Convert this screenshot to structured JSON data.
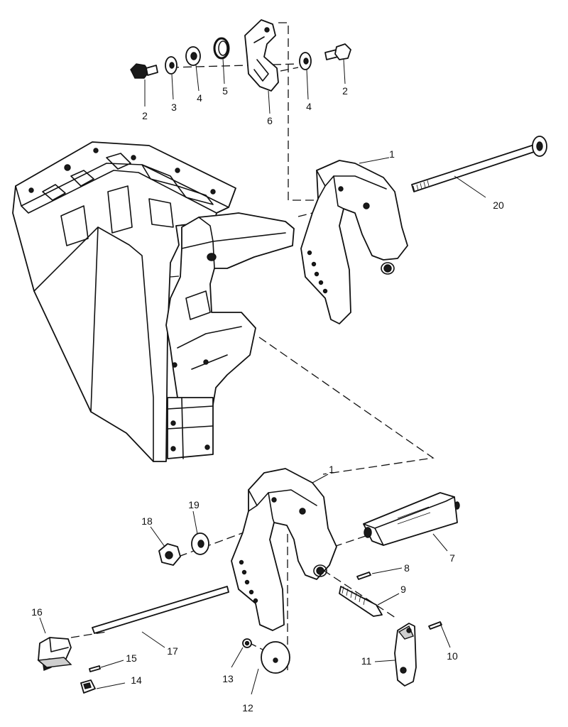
{
  "callouts": {
    "c1_top": "1",
    "c1_bottom": "1",
    "c2_left": "2",
    "c2_right": "2",
    "c3": "3",
    "c4_left": "4",
    "c4_right": "4",
    "c5": "5",
    "c6": "6",
    "c7": "7",
    "c8": "8",
    "c9": "9",
    "c10": "10",
    "c11": "11",
    "c12": "12",
    "c13": "13",
    "c14": "14",
    "c15": "15",
    "c16": "16",
    "c17": "17",
    "c18": "18",
    "c19": "19",
    "c20": "20"
  }
}
